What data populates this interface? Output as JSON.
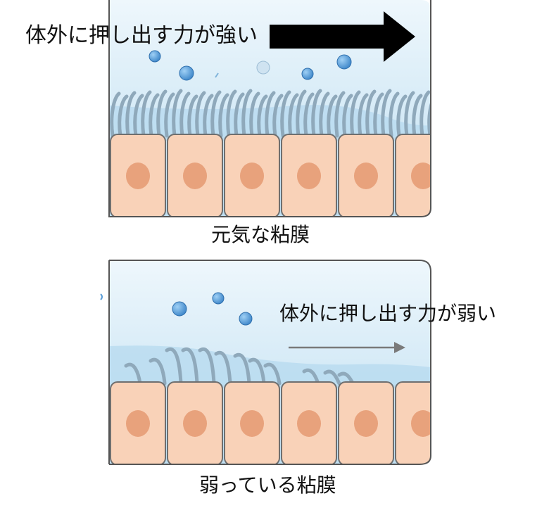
{
  "top_panel": {
    "force_label": "体外に押し出す力が強い",
    "caption": "元気な粘膜"
  },
  "bottom_panel": {
    "force_label": "体外に押し出す力が弱い",
    "caption": "弱っている粘膜"
  },
  "colors": {
    "fluid": "#d6ebf7",
    "cell_fill": "#f9d2b8",
    "cell_stroke": "#6f6f6f",
    "nucleus": "#e8a27c",
    "cilia": "#8fa9bb",
    "particle": "#5b9ed8",
    "strong_arrow": "#000000",
    "weak_arrow": "#7a7a7a"
  }
}
